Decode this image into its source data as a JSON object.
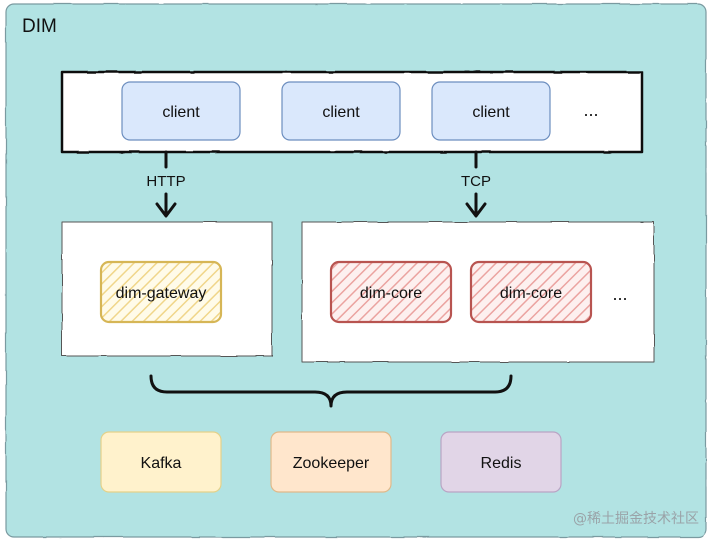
{
  "container": {
    "title": "DIM"
  },
  "clients": {
    "items": [
      "client",
      "client",
      "client"
    ],
    "more": "..."
  },
  "connections": {
    "http": "HTTP",
    "tcp": "TCP"
  },
  "gateway": {
    "label": "dim-gateway"
  },
  "core": {
    "items": [
      "dim-core",
      "dim-core"
    ],
    "more": "..."
  },
  "storage": {
    "items": [
      "Kafka",
      "Zookeeper",
      "Redis"
    ]
  },
  "watermark": "@稀土掘金技术社区",
  "colors": {
    "background": "#b2e3e3",
    "client_fill": "#dae8fc",
    "client_stroke": "#6c8ebf",
    "gateway_fill": "#fff2cc",
    "gateway_stroke": "#d6b656",
    "core_fill": "#f8cecc",
    "core_stroke": "#b85450",
    "kafka_fill": "#fff2cc",
    "zookeeper_fill": "#ffe6cc",
    "redis_fill": "#e1d5e7"
  }
}
